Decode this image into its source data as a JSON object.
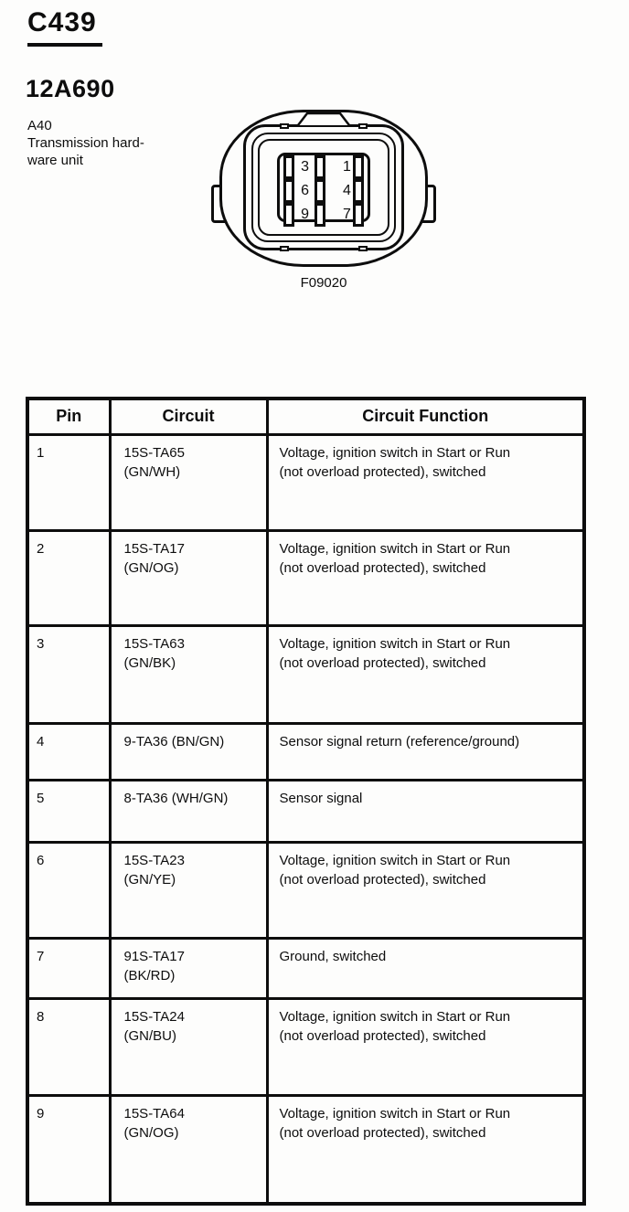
{
  "page": {
    "connector_id": "C439",
    "part_number": "12A690",
    "description": "A40\nTransmission hard-\nware unit",
    "figure_caption": "F09020"
  },
  "connector_face": {
    "rows": [
      {
        "labels": [
          "3",
          "1"
        ]
      },
      {
        "labels": [
          "6",
          "4"
        ]
      },
      {
        "labels": [
          "9",
          "7"
        ]
      }
    ]
  },
  "table": {
    "headers": [
      "Pin",
      "Circuit",
      "Circuit Function"
    ],
    "rows": [
      {
        "pin": "1",
        "circuit": "15S-TA65\n(GN/WH)",
        "function": "Voltage, ignition switch in Start or Run\n(not overload protected), switched"
      },
      {
        "pin": "2",
        "circuit": "15S-TA17\n(GN/OG)",
        "function": "Voltage, ignition switch in Start or Run\n(not overload protected), switched"
      },
      {
        "pin": "3",
        "circuit": "15S-TA63\n(GN/BK)",
        "function": "Voltage, ignition switch in Start or Run\n(not overload protected), switched"
      },
      {
        "pin": "4",
        "circuit": "9-TA36 (BN/GN)",
        "function": "Sensor signal return (reference/ground)"
      },
      {
        "pin": "5",
        "circuit": "8-TA36 (WH/GN)",
        "function": "Sensor signal"
      },
      {
        "pin": "6",
        "circuit": "15S-TA23\n(GN/YE)",
        "function": "Voltage, ignition switch in Start or Run\n(not overload protected), switched"
      },
      {
        "pin": "7",
        "circuit": "91S-TA17\n(BK/RD)",
        "function": "Ground, switched"
      },
      {
        "pin": "8",
        "circuit": "15S-TA24\n(GN/BU)",
        "function": "Voltage, ignition switch in Start or Run\n(not overload protected), switched"
      },
      {
        "pin": "9",
        "circuit": "15S-TA64\n(GN/OG)",
        "function": "Voltage, ignition switch in Start or Run\n(not overload protected), switched"
      }
    ]
  }
}
